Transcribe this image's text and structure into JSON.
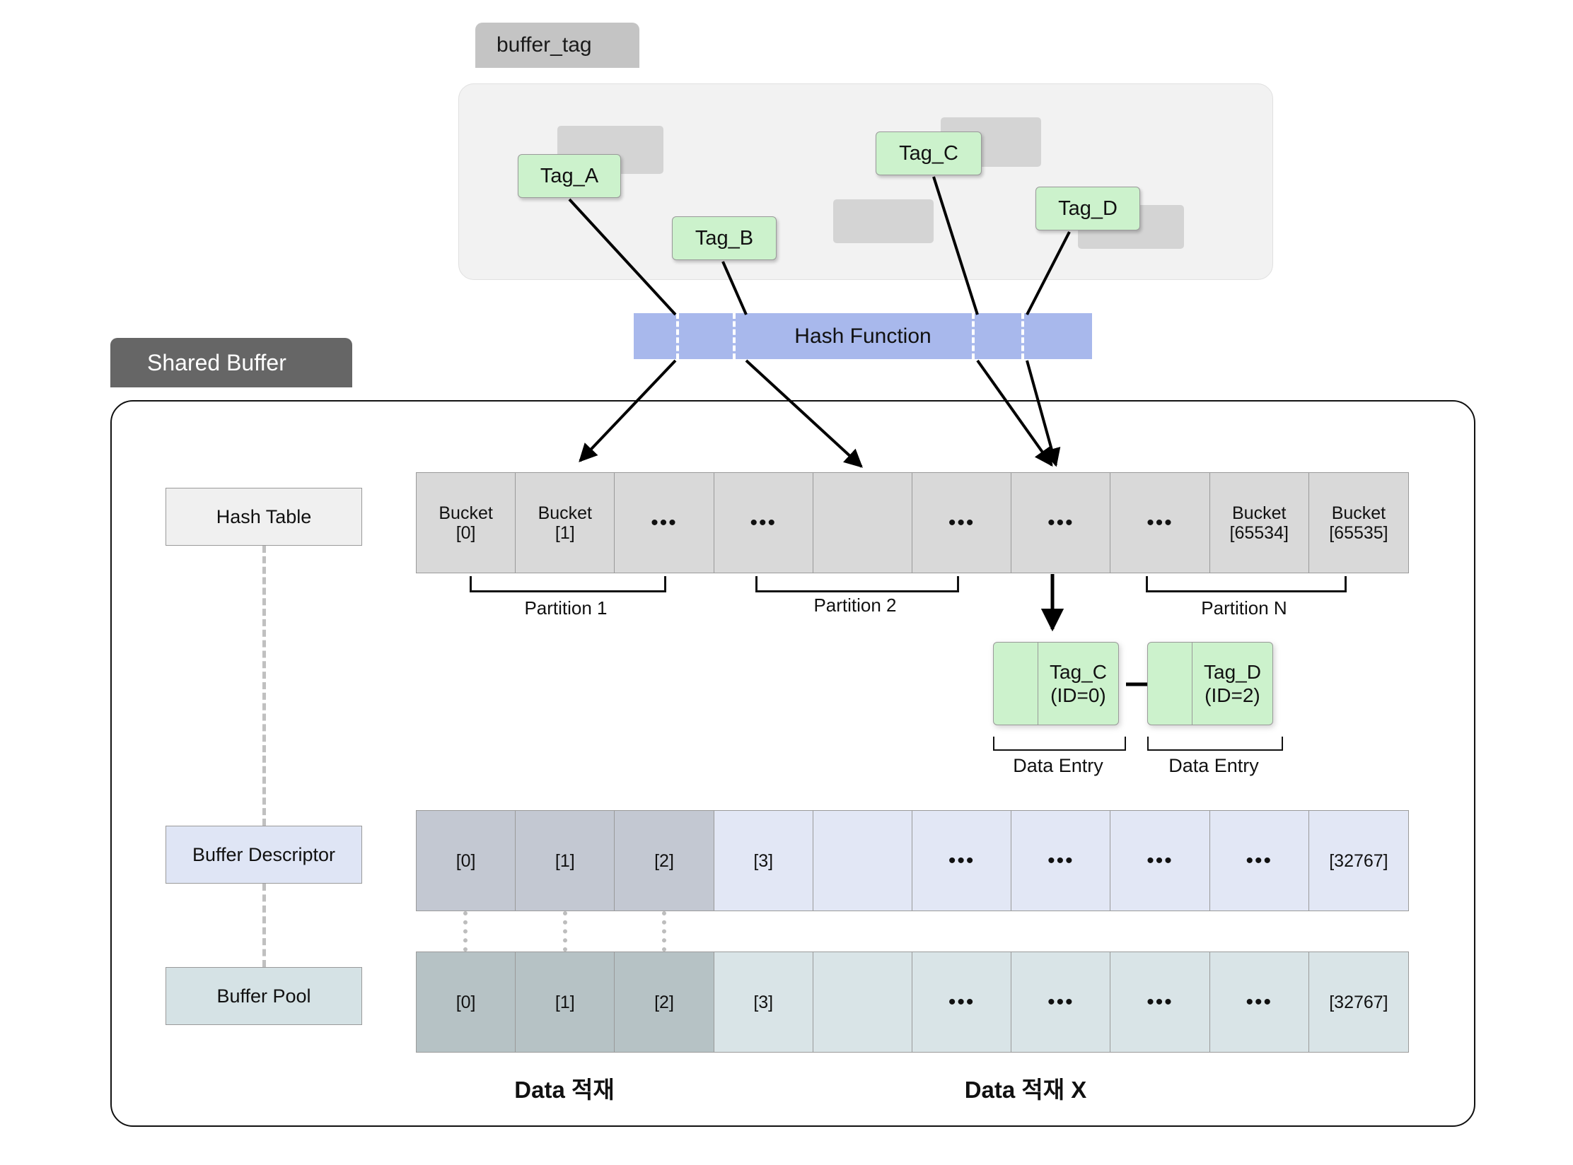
{
  "buffer_tag": {
    "title": "buffer_tag",
    "tags": [
      {
        "label": "Tag_A"
      },
      {
        "label": "Tag_B"
      },
      {
        "label": "Tag_C"
      },
      {
        "label": "Tag_D"
      }
    ]
  },
  "hash_function": {
    "label": "Hash Function"
  },
  "shared_buffer": {
    "title": "Shared Buffer",
    "side_labels": {
      "hash_table": "Hash Table",
      "buffer_descriptor": "Buffer Descriptor",
      "buffer_pool": "Buffer Pool"
    },
    "hash_table_cells": [
      {
        "line1": "Bucket",
        "line2": "[0]"
      },
      {
        "line1": "Bucket",
        "line2": "[1]"
      },
      {
        "line1": "•••",
        "line2": ""
      },
      {
        "line1": "•••",
        "line2": ""
      },
      {
        "line1": "",
        "line2": ""
      },
      {
        "line1": "•••",
        "line2": ""
      },
      {
        "line1": "•••",
        "line2": ""
      },
      {
        "line1": "•••",
        "line2": ""
      },
      {
        "line1": "Bucket",
        "line2": "[65534]"
      },
      {
        "line1": "Bucket",
        "line2": "[65535]"
      }
    ],
    "partitions": [
      {
        "label": "Partition 1"
      },
      {
        "label": "Partition 2"
      },
      {
        "label": "Partition N"
      }
    ],
    "data_entries": [
      {
        "label": "Tag_C",
        "id": "(ID=0)",
        "caption": "Data Entry"
      },
      {
        "label": "Tag_D",
        "id": "(ID=2)",
        "caption": "Data Entry"
      }
    ],
    "buffer_descriptor_cells": [
      {
        "label": "[0]",
        "loaded": true
      },
      {
        "label": "[1]",
        "loaded": true
      },
      {
        "label": "[2]",
        "loaded": true
      },
      {
        "label": "[3]",
        "loaded": false
      },
      {
        "label": "",
        "loaded": false
      },
      {
        "label": "•••",
        "loaded": false
      },
      {
        "label": "•••",
        "loaded": false
      },
      {
        "label": "•••",
        "loaded": false
      },
      {
        "label": "•••",
        "loaded": false
      },
      {
        "label": "[32767]",
        "loaded": false
      }
    ],
    "buffer_pool_cells": [
      {
        "label": "[0]",
        "loaded": true
      },
      {
        "label": "[1]",
        "loaded": true
      },
      {
        "label": "[2]",
        "loaded": true
      },
      {
        "label": "[3]",
        "loaded": false
      },
      {
        "label": "",
        "loaded": false
      },
      {
        "label": "•••",
        "loaded": false
      },
      {
        "label": "•••",
        "loaded": false
      },
      {
        "label": "•••",
        "loaded": false
      },
      {
        "label": "•••",
        "loaded": false
      },
      {
        "label": "[32767]",
        "loaded": false
      }
    ],
    "captions": {
      "loaded": "Data 적재",
      "not_loaded": "Data 적재 X"
    }
  },
  "colors": {
    "tag_green": "#ccf2cc",
    "hash_bar_blue": "#a8b8ec",
    "shared_buffer_header": "#666666",
    "buffer_tag_header": "#c4c4c4",
    "bucket_gray": "#d9d9d9",
    "descriptor_blue": "#e2e7f5",
    "descriptor_loaded": "#c3c8d2",
    "pool_teal": "#d9e4e7",
    "pool_loaded": "#b6c2c5"
  }
}
